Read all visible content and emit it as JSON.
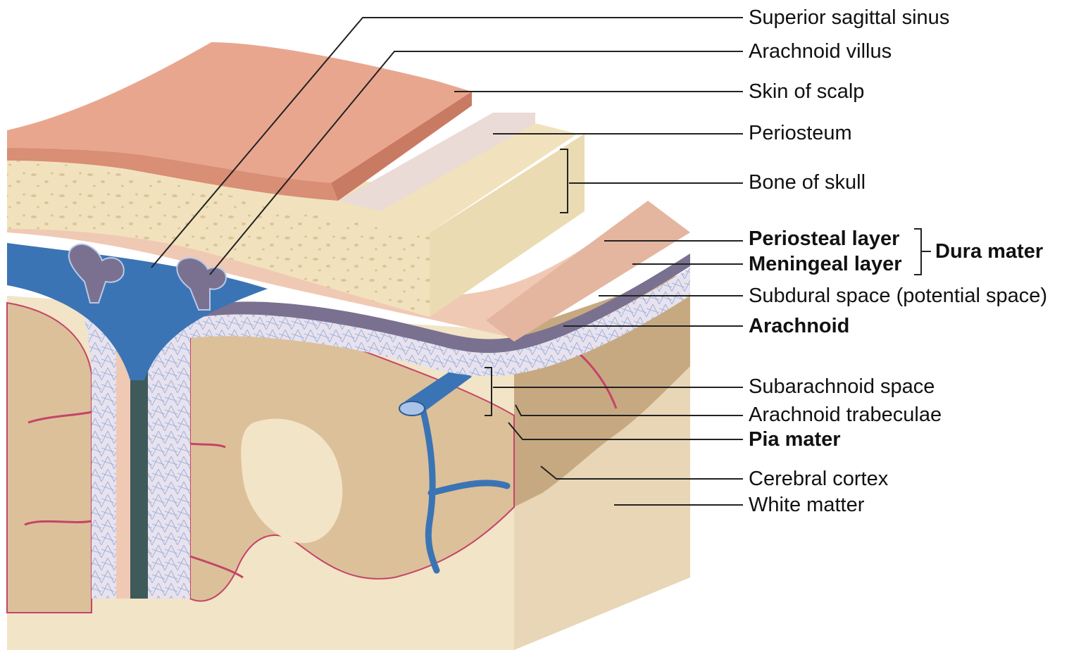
{
  "labels": {
    "superior_sagittal_sinus": "Superior sagittal sinus",
    "arachnoid_villus": "Arachnoid villus",
    "skin_of_scalp": "Skin of scalp",
    "periosteum": "Periosteum",
    "bone_of_skull": "Bone of skull",
    "periosteal_layer": "Periosteal layer",
    "meningeal_layer": "Meningeal layer",
    "dura_mater": "Dura mater",
    "subdural_space": "Subdural space (potential space)",
    "arachnoid": "Arachnoid",
    "subarachnoid_space": "Subarachnoid space",
    "arachnoid_trabeculae": "Arachnoid trabeculae",
    "pia_mater": "Pia mater",
    "cerebral_cortex": "Cerebral cortex",
    "white_matter": "White matter"
  },
  "colors": {
    "skin": "#e9a68f",
    "skin_side": "#c97a62",
    "periosteum": "#eadbd6",
    "bone": "#f1e2bd",
    "bone_spots": "#d9c596",
    "dura": "#f0c9b4",
    "meningeal": "#7a7190",
    "sinus": "#3b74b5",
    "arachnoid_web": "#b9c8e6",
    "cortex": "#dcc099",
    "cortex_side": "#c7a981",
    "white_matter": "#f2e4c6",
    "pia": "#c4446a",
    "leader_line": "#222222"
  }
}
